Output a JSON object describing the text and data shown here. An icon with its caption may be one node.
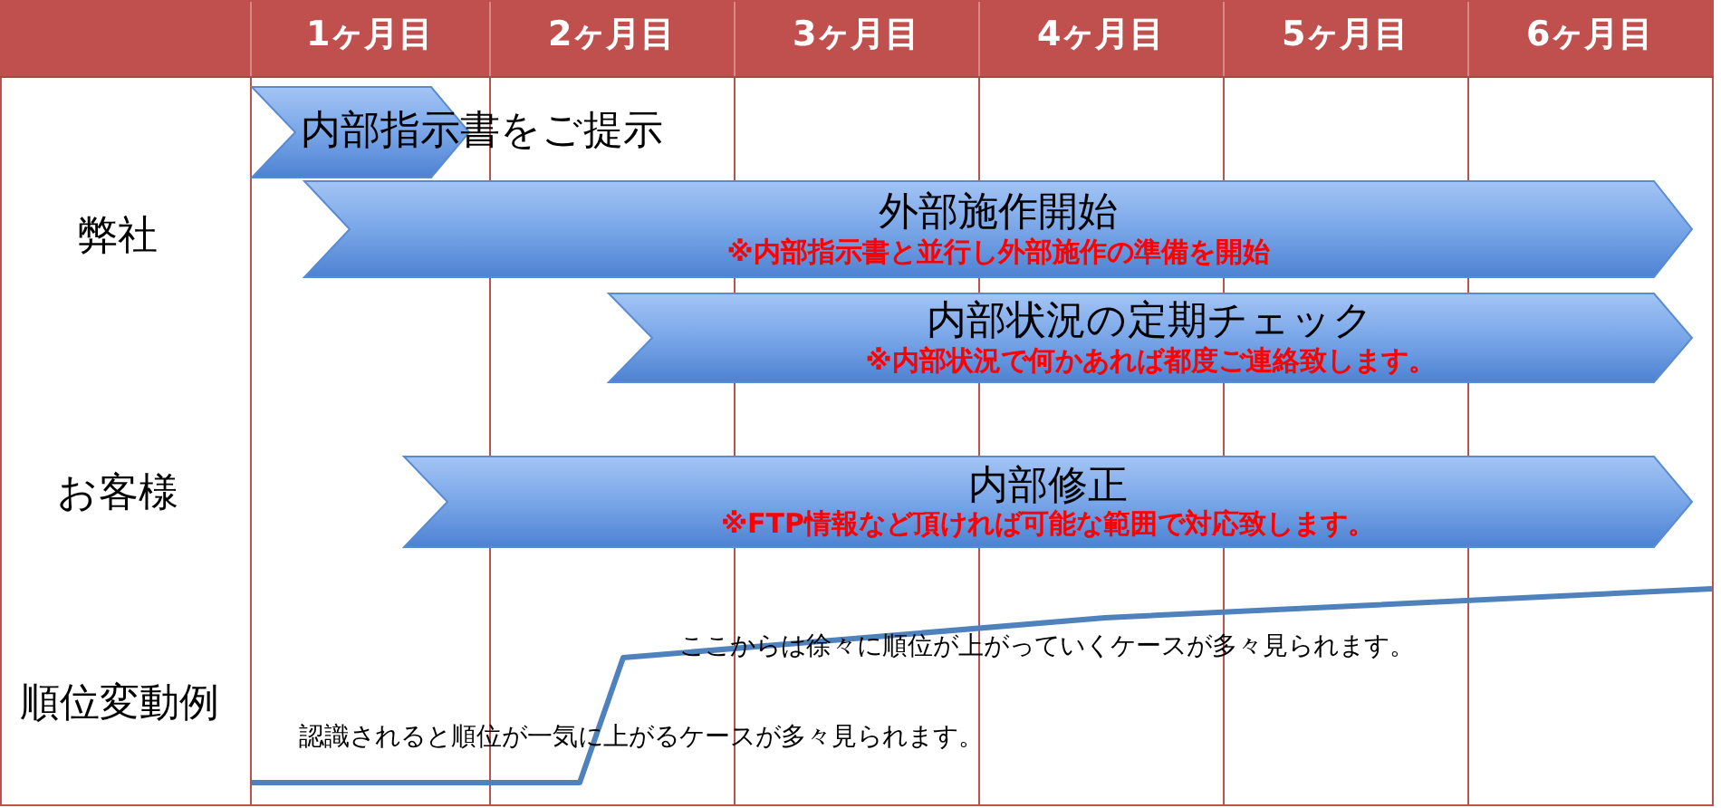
{
  "diagram": {
    "nodes": [
      {
        "text": [
          "内部指示書をご提示"
        ]
      },
      {
        "text": [
          "外部施作開始",
          "※内部指示書と並行し外部施作の準備を開始"
        ]
      },
      {
        "text": [
          "内部状況の定期チェック",
          "※内部状況で何かあれば都度ご連絡致します。"
        ]
      },
      {
        "text": [
          "内部修正",
          "※FTP情報など頂ければ可能な範囲で対応致します。"
        ]
      }
    ],
    "labels": [
      "1ヶ月目",
      "2ヶ月目",
      "3ヶ月目",
      "4ヶ月目",
      "5ヶ月目",
      "6ヶ月目",
      "弊社",
      "お客様",
      "ここからは徐々に順位が上がっていくケースが多々見られます。",
      "順位変動例",
      "認識されると順位が一気に上がるケースが多々見られます。"
    ]
  }
}
